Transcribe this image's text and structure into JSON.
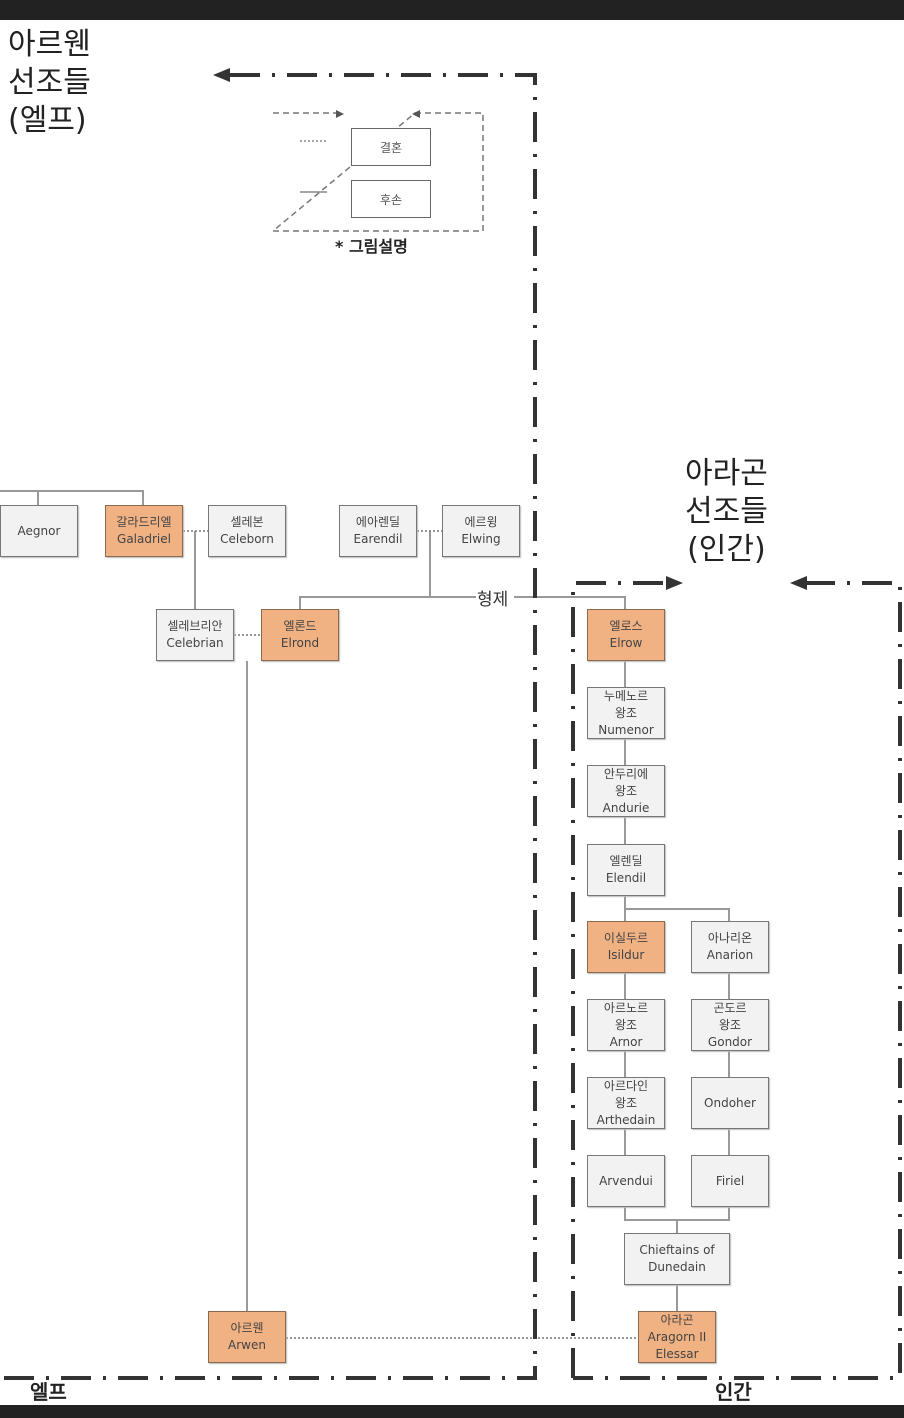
{
  "titles": {
    "elf_heading": [
      "아르웬",
      "선조들",
      "(엘프)"
    ],
    "human_heading": [
      "아라곤",
      "선조들",
      "(인간)"
    ],
    "elf_zone": "엘프",
    "human_zone": "인간",
    "sibling_label": "형제"
  },
  "legend": {
    "marriage": "결혼",
    "descendant": "후손",
    "caption": "* 그림설명"
  },
  "people": {
    "aegnor": [
      "Aegnor"
    ],
    "galadriel": [
      "갈라드리엘",
      "Galadriel"
    ],
    "celeborn": [
      "셀레본",
      "Celeborn"
    ],
    "earendil": [
      "에아렌딜",
      "Earendil"
    ],
    "elwing": [
      "에르윙",
      "Elwing"
    ],
    "celebrian": [
      "셀레브리안",
      "Celebrian"
    ],
    "elrond": [
      "엘론드",
      "Elrond"
    ],
    "elrow": [
      "엘로스",
      "Elrow"
    ],
    "numenor": [
      "누메노르",
      "왕조",
      "Numenor"
    ],
    "andurie": [
      "안두리에",
      "왕조",
      "Andurie"
    ],
    "elendil": [
      "엘렌딜",
      "Elendil"
    ],
    "isildur": [
      "이실두르",
      "Isildur"
    ],
    "anarion": [
      "아나리온",
      "Anarion"
    ],
    "arnor": [
      "아르노르",
      "왕조",
      "Arnor"
    ],
    "gondor": [
      "곤도르",
      "왕조",
      "Gondor"
    ],
    "arthedain": [
      "아르다인",
      "왕조",
      "Arthedain"
    ],
    "ondoher": [
      "Ondoher"
    ],
    "arvendui": [
      "Arvendui"
    ],
    "firiel": [
      "Firiel"
    ],
    "chieftains": [
      "Chieftains of",
      "Dunedain"
    ],
    "arwen": [
      "아르웬",
      "Arwen"
    ],
    "aragorn": [
      "아라곤",
      "Aragorn II",
      "Elessar"
    ]
  },
  "colors": {
    "highlight": "#f0b183",
    "box": "#f2f2f2"
  }
}
